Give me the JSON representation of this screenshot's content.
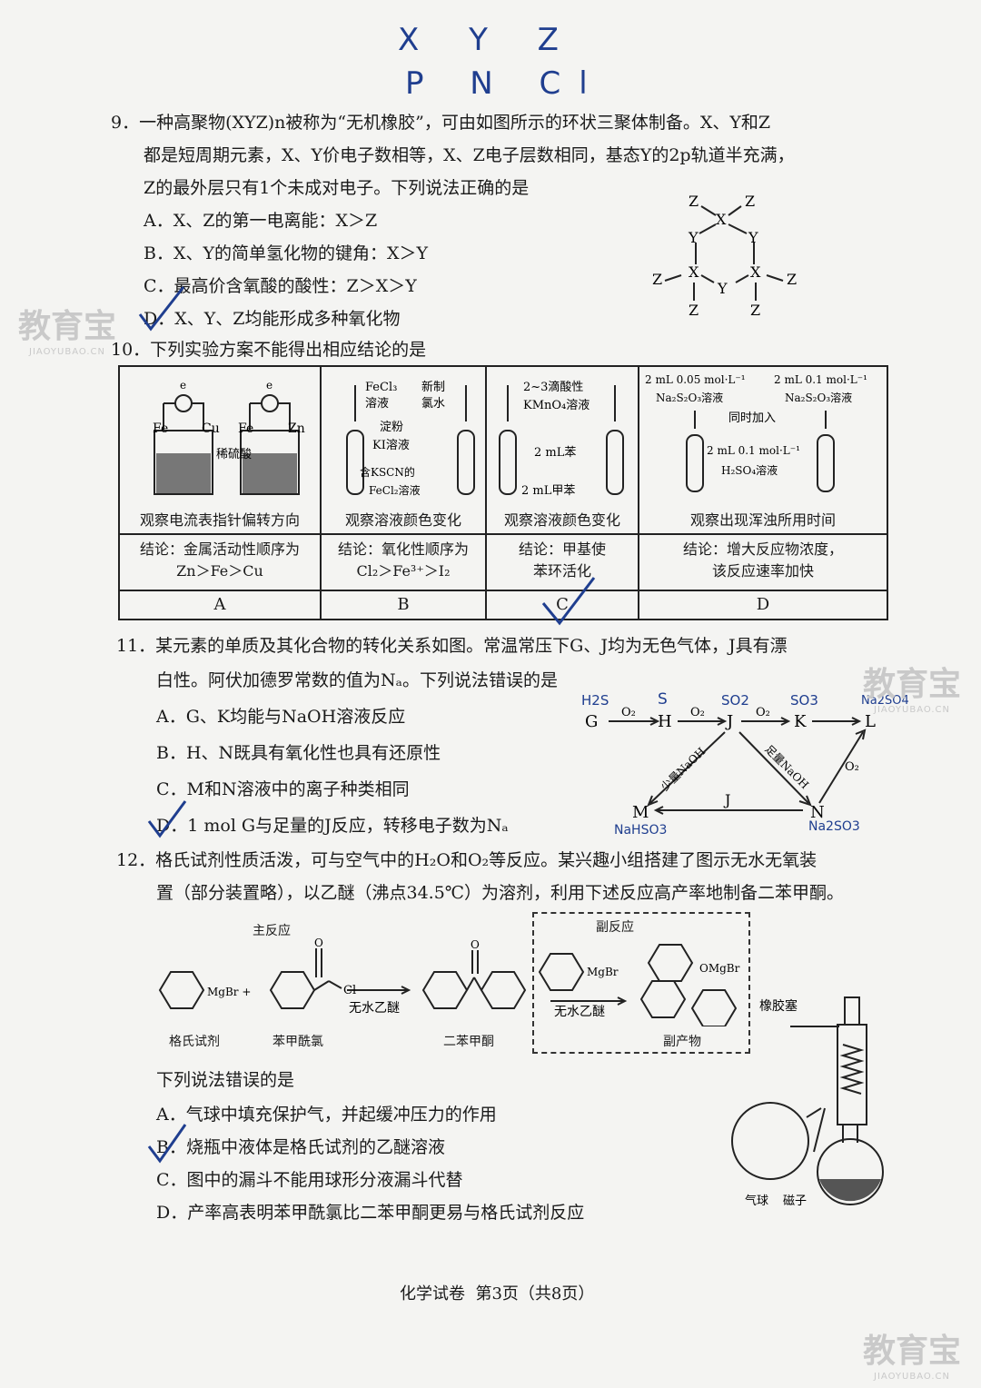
{
  "handwriting": {
    "top_line1": "X Y Z",
    "top_line2": "P N Cl",
    "q11_labels": [
      "H2S",
      "S",
      "SO2",
      "SO3",
      "Na2SO4",
      "NaHSO3",
      "Na2SO3"
    ]
  },
  "q9": {
    "stem1": "9．一种高聚物(XYZ)n被称为“无机橡胶”，可由如图所示的环状三聚体制备。X、Y和Z",
    "stem2": "都是短周期元素，X、Y价电子数相等，X、Z电子层数相同，基态Y的2p轨道半充满，",
    "stem3": "Z的最外层只有1个未成对电子。下列说法正确的是",
    "options": [
      "A．X、Z的第一电离能：X＞Z",
      "B．X、Y的简单氢化物的键角：X＞Y",
      "C．最高价含氧酸的酸性：Z＞X＞Y",
      "D．X、Y、Z均能形成多种氧化物"
    ],
    "ring_atoms": {
      "x": "X",
      "y": "Y",
      "z": "Z"
    }
  },
  "q10": {
    "stem": "10．下列实验方案不能得出相应结论的是",
    "cells": [
      {
        "caption": "观察电流表指针偏转方向",
        "conclusion1": "结论：金属活动性顺序为",
        "conclusion2": "Zn＞Fe＞Cu",
        "label": "A",
        "texts": {
          "e1": "e",
          "e2": "e",
          "fe1": "Fe",
          "cu": "Cu",
          "fe2": "Fe",
          "zn": "Zn",
          "acid": "稀硫酸"
        }
      },
      {
        "caption": "观察溶液颜色变化",
        "conclusion1": "结论：氧化性顺序为",
        "conclusion2": "Cl₂＞Fe³⁺＞I₂",
        "label": "B",
        "texts": {
          "r1": "FeCl₃",
          "r2": "溶液",
          "r3": "新制",
          "r4": "氯水",
          "r5": "淀粉",
          "r6": "KI溶液",
          "r7": "含KSCN的",
          "r8": "FeCl₂溶液"
        }
      },
      {
        "caption": "观察溶液颜色变化",
        "conclusion1": "结论：甲基使",
        "conclusion2": "苯环活化",
        "label": "C",
        "texts": {
          "r1": "2~3滴酸性",
          "r2": "KMnO₄溶液",
          "r3": "2 mL苯",
          "r4": "2 mL甲苯"
        }
      },
      {
        "caption": "观察出现浑浊所用时间",
        "conclusion1": "结论：增大反应物浓度，",
        "conclusion2": "该反应速率加快",
        "label": "D",
        "texts": {
          "r1": "2 mL 0.05 mol·L⁻¹",
          "r2": "Na₂S₂O₃溶液",
          "r3": "2 mL 0.1 mol·L⁻¹",
          "r4": "Na₂S₂O₃溶液",
          "r5": "同时加入",
          "r6": "2 mL 0.1 mol·L⁻¹",
          "r7": "H₂SO₄溶液"
        }
      }
    ]
  },
  "q11": {
    "stem1": "11．某元素的单质及其化合物的转化关系如图。常温常压下G、J均为无色气体，J具有漂",
    "stem2": "白性。阿伏加德罗常数的值为Nₐ。下列说法错误的是",
    "options": [
      "A．G、K均能与NaOH溶液反应",
      "B．H、N既具有氧化性也具有还原性",
      "C．M和N溶液中的离子种类相同",
      "D．1 mol G与足量的J反应，转移电子数为Nₐ"
    ],
    "diagram": {
      "nodes": [
        "G",
        "H",
        "J",
        "K",
        "L",
        "M",
        "N"
      ],
      "o2": "O₂",
      "j": "J",
      "left_edge": "少量NaOH",
      "right_edge": "足量NaOH"
    }
  },
  "q12": {
    "stem1": "12．格氏试剂性质活泼，可与空气中的H₂O和O₂等反应。某兴趣小组搭建了图示无水无氧装",
    "stem2": "置（部分装置略），以乙醚（沸点34.5℃）为溶剂，利用下述反应高产率地制备二苯甲酮。",
    "main_reaction": "主反应",
    "side_reaction": "副反应",
    "solvent": "无水乙醚",
    "names": [
      "格氏试剂",
      "苯甲酰氯",
      "二苯甲酮",
      "副产物"
    ],
    "groups": {
      "mgbr1": "MgBr +",
      "cl": "Cl",
      "o": "O",
      "mgbr2": "MgBr",
      "omgbr": "OMgBr"
    },
    "apparatus": {
      "stopper": "橡胶塞",
      "balloon": "气球",
      "stirrer": "磁子"
    },
    "question": "下列说法错误的是",
    "options": [
      "A．气球中填充保护气，并起缓冲压力的作用",
      "B．烧瓶中液体是格氏试剂的乙醚溶液",
      "C．图中的漏斗不能用球形分液漏斗代替",
      "D．产率高表明苯甲酰氯比二苯甲酮更易与格氏试剂反应"
    ]
  },
  "footer": "化学试卷  第3页（共8页）",
  "watermark": {
    "text": "教育宝",
    "sub": "JIAOYUBAO.CN"
  }
}
